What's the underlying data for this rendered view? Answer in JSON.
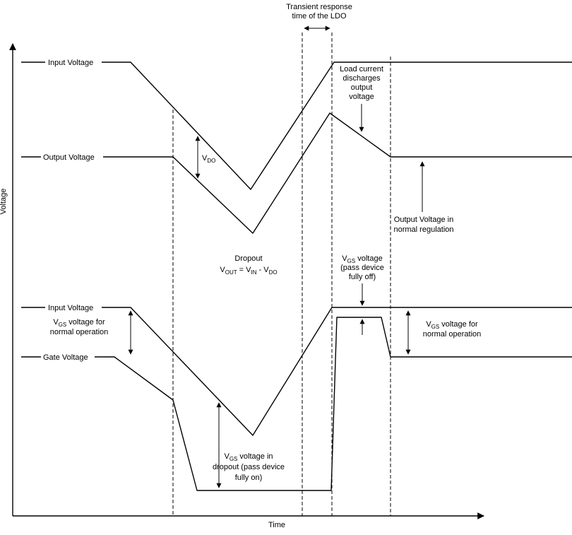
{
  "axes": {
    "y": "Voltage",
    "x": "Time"
  },
  "labels": {
    "input_top": "Input Voltage",
    "output": "Output Voltage",
    "input_bottom": "Input Voltage",
    "gate": "Gate Voltage"
  },
  "ann": {
    "transient1": "Transient response",
    "transient2": "time of the LDO",
    "load1": "Load current",
    "load2": "discharges",
    "load3": "output",
    "load4": "voltage",
    "vdo_v": "V",
    "vdo_s": "DO",
    "outnorm1": "Output Voltage in",
    "outnorm2": "normal regulation",
    "dropout_title": "Dropout",
    "eq_t1": "V",
    "eq_s1": "OUT",
    "eq_t2": " = V",
    "eq_s2": "IN",
    "eq_t3": " - V",
    "eq_s3": "DO",
    "off_v": "V",
    "off_s": "GS",
    "off_rest": " voltage",
    "off2": "(pass device",
    "off3": "fully off)",
    "normL_v": "V",
    "normL_s": "GS",
    "normL_rest": " voltage for",
    "normL2": "normal operation",
    "normR_v": "V",
    "normR_s": "GS",
    "normR_rest": " voltage for",
    "normR2": "normal operation",
    "drop_v": "V",
    "drop_s": "GS",
    "drop_rest": " voltage in",
    "drop2": "dropout (pass device",
    "drop3": "fully on)"
  }
}
